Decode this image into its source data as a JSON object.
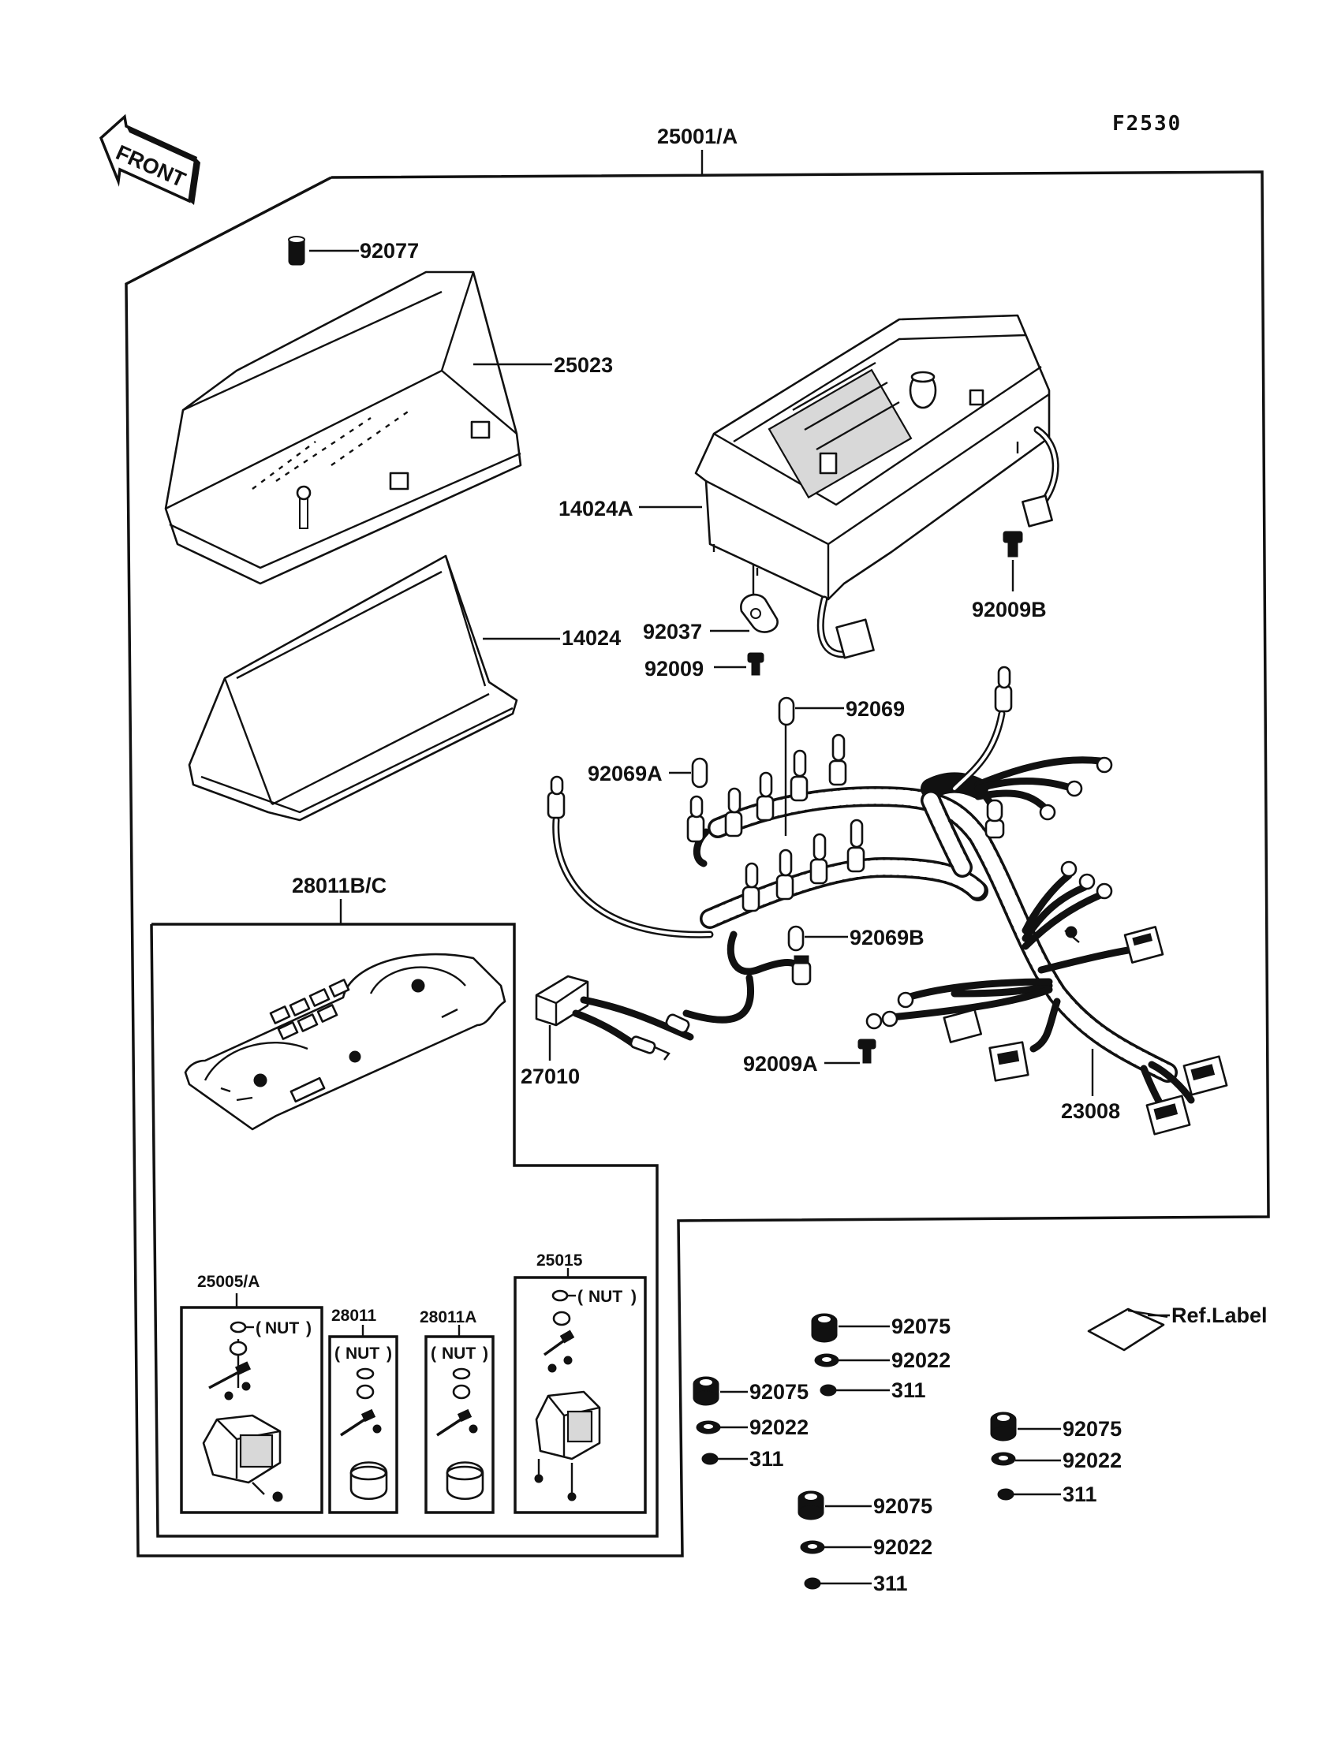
{
  "figure_id": "F2530",
  "front_arrow_text": "FRONT",
  "labels": {
    "l25001A": "25001/A",
    "l92077": "92077",
    "l25023": "25023",
    "l14024A": "14024A",
    "l14024": "14024",
    "l92037": "92037",
    "l92009": "92009",
    "l92009B": "92009B",
    "l92069": "92069",
    "l92069A": "92069A",
    "l92069B": "92069B",
    "l92009A": "92009A",
    "l27010": "27010",
    "l23008": "23008",
    "l28011BC": "28011B/C",
    "l25005A": "25005/A",
    "l28011": "28011",
    "l28011A": "28011A",
    "l25015": "25015",
    "nut1": "NUT",
    "nut2": "NUT",
    "nut3": "NUT",
    "nut4": "NUT",
    "g1_92075": "92075",
    "g1_92022": "92022",
    "g1_311": "311",
    "g2_92075": "92075",
    "g2_92022": "92022",
    "g2_311": "311",
    "g3_92075": "92075",
    "g3_92022": "92022",
    "g3_311": "311",
    "g4_92075": "92075",
    "g4_92022": "92022",
    "g4_311": "311",
    "ref_label": "Ref.Label"
  }
}
